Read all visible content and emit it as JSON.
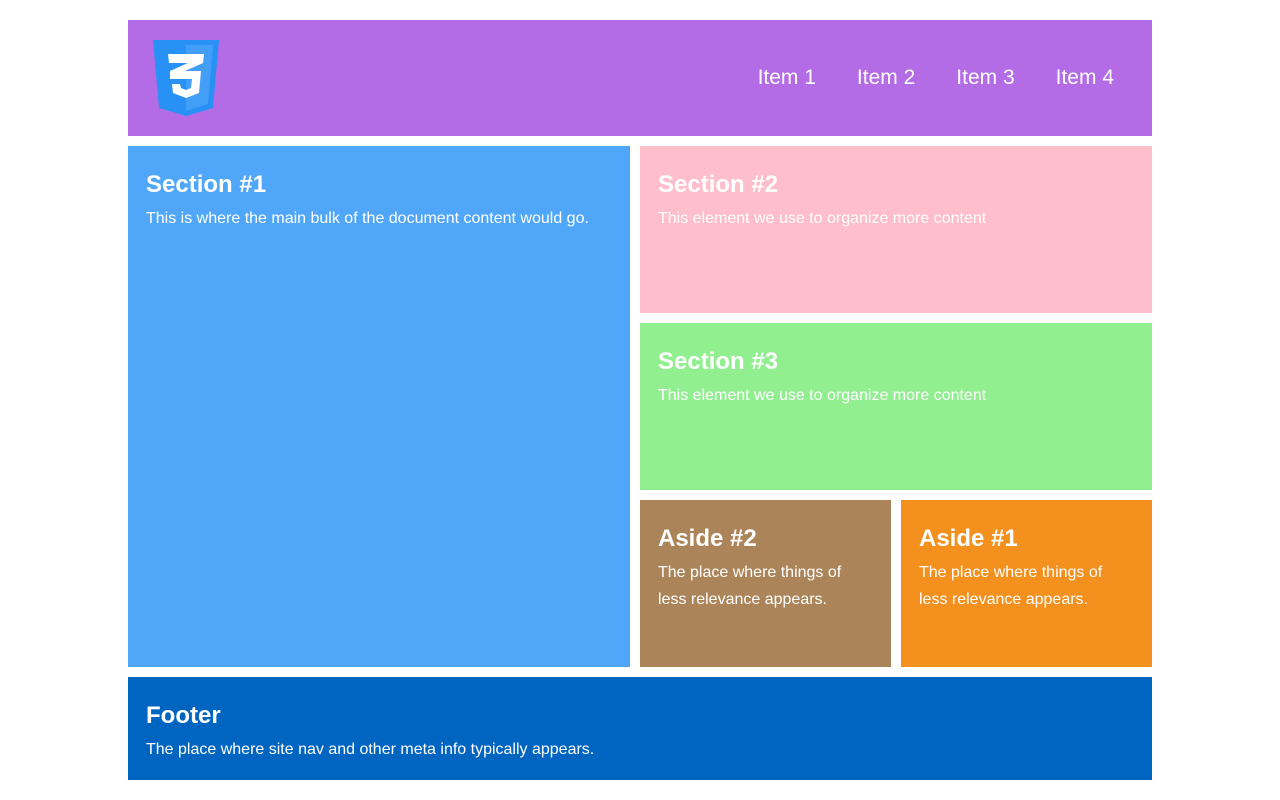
{
  "colors": {
    "header": "#b36be6",
    "section1": "#50a7f9",
    "section2": "#ffbecc",
    "section3": "#91ef90",
    "aside2": "#ab8559",
    "aside1": "#f4901d",
    "footer": "#0065c1",
    "logo_shield": "#2891f5",
    "logo_text": "#ffffff"
  },
  "header": {
    "logo_icon": "css3-logo-icon",
    "nav_items": [
      {
        "label": "Item 1"
      },
      {
        "label": "Item 2"
      },
      {
        "label": "Item 3"
      },
      {
        "label": "Item 4"
      }
    ]
  },
  "section1": {
    "title": "Section #1",
    "text": "This is where the main bulk of the document content would go."
  },
  "section2": {
    "title": "Section #2",
    "text": "This element we use to organize more content"
  },
  "section3": {
    "title": "Section #3",
    "text": "This element we use to organize more content"
  },
  "aside2": {
    "title": "Aside #2",
    "text": "The place where things of less relevance appears."
  },
  "aside1": {
    "title": "Aside #1",
    "text": "The place where things of less relevance appears."
  },
  "footer": {
    "title": "Footer",
    "text": "The place where site nav and other meta info typically appears."
  }
}
